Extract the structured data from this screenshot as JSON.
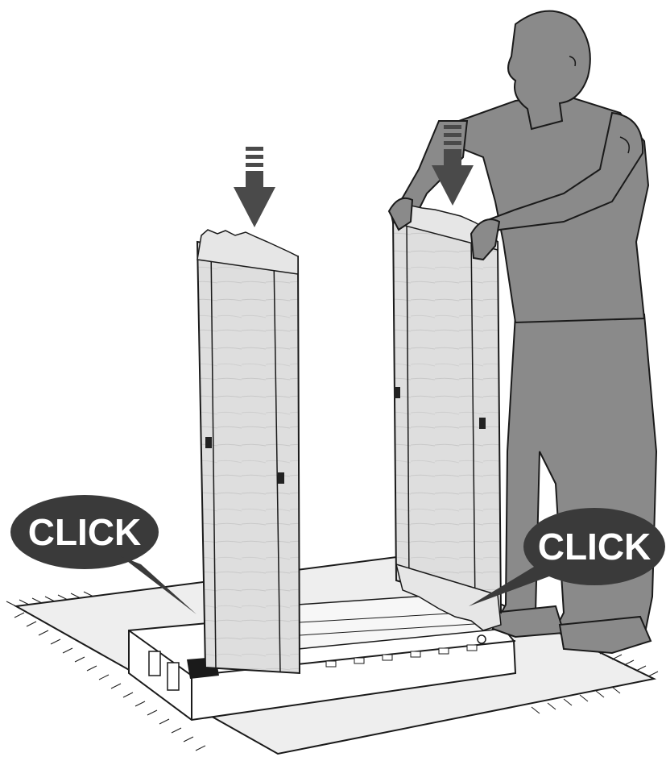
{
  "illustration": {
    "callouts": [
      {
        "id": "left",
        "text": "CLICK"
      },
      {
        "id": "right",
        "text": "CLICK"
      }
    ],
    "arrows": [
      "down-arrow-left-panel",
      "down-arrow-right-panel"
    ],
    "colors": {
      "figure": "#8a8a8a",
      "outline": "#1a1a1a",
      "bubble": "#3a3a3a",
      "panel": "#dcdcdc",
      "mat": "#eeeeee",
      "base": "#ffffff"
    }
  }
}
